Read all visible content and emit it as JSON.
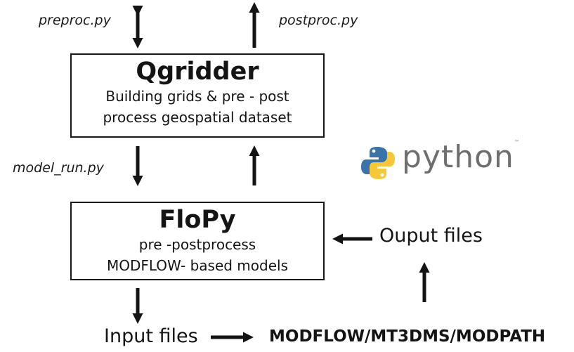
{
  "labels": {
    "preproc": "preproc.py",
    "postproc": "postproc.py",
    "model_run": "model_run.py"
  },
  "qgridder": {
    "title": "Qgridder",
    "line1": "Building grids & pre - post",
    "line2": "process geospatial dataset"
  },
  "flopy": {
    "title": "FloPy",
    "line1": "pre -postprocess",
    "line2": "MODFLOW- based models"
  },
  "python_logo": {
    "text": "python",
    "tm": "™",
    "colors": {
      "blue": "#3b72a8",
      "yellow": "#f5c73a"
    }
  },
  "output_files": "Ouput files",
  "input_files": "Input files",
  "engines": "MODFLOW/MT3DMS/MODPATH",
  "colors": {
    "ink": "#141414",
    "python_grey": "#6e6e6e"
  }
}
